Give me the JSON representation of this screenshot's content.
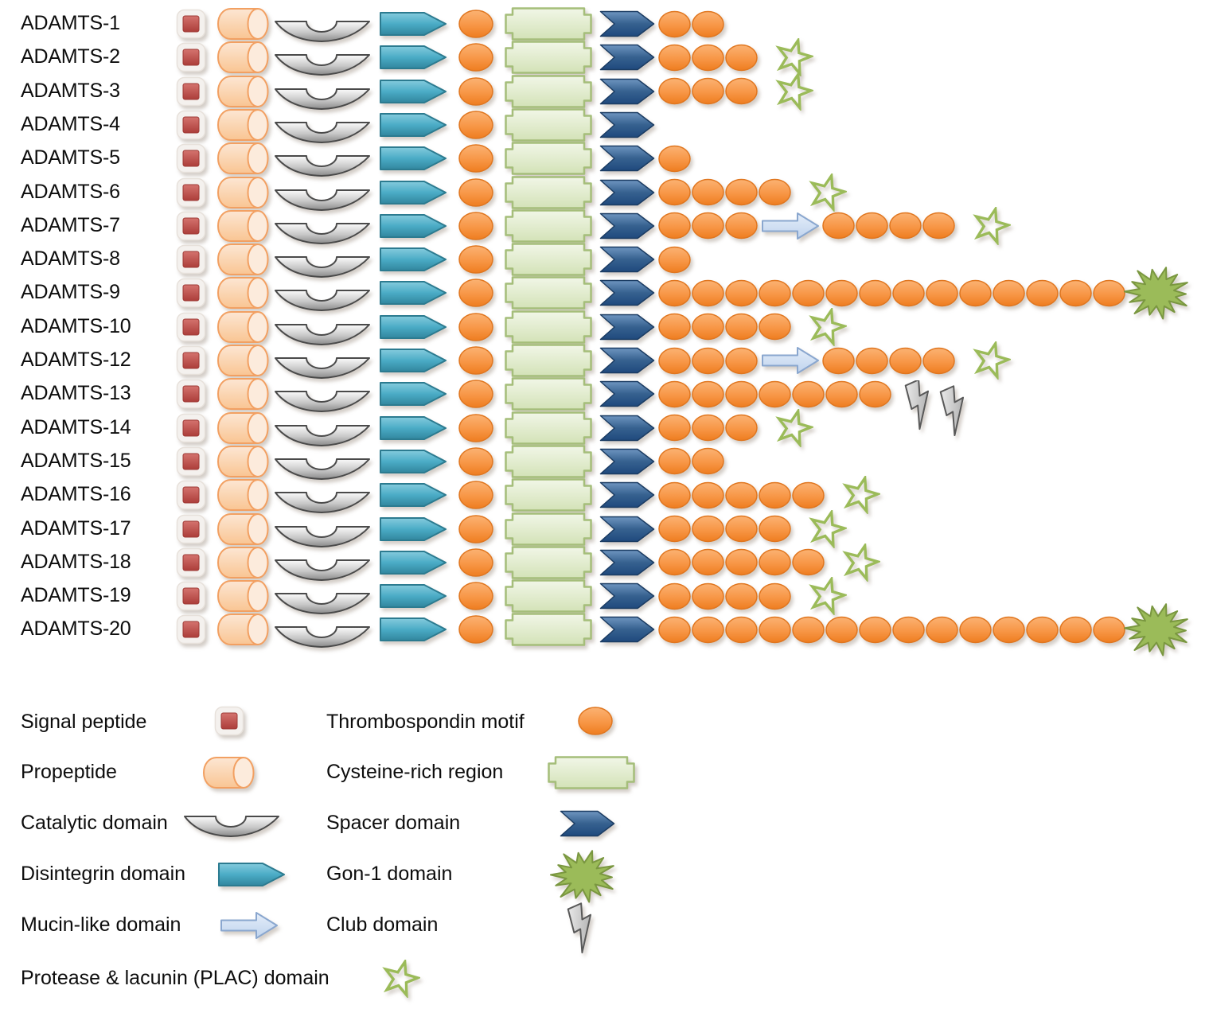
{
  "diagram": {
    "base_domains": [
      "signal-peptide",
      "propeptide",
      "catalytic-domain",
      "disintegrin-domain",
      "thrombospondin-motif",
      "cysteine-rich-region",
      "spacer-domain"
    ],
    "proteins": [
      {
        "label": "ADAMTS-1",
        "tail_domains": [
          "ts",
          "ts"
        ]
      },
      {
        "label": "ADAMTS-2",
        "tail_domains": [
          "ts",
          "ts",
          "ts",
          "plac"
        ]
      },
      {
        "label": "ADAMTS-3",
        "tail_domains": [
          "ts",
          "ts",
          "ts",
          "plac"
        ]
      },
      {
        "label": "ADAMTS-4",
        "tail_domains": []
      },
      {
        "label": "ADAMTS-5",
        "tail_domains": [
          "ts"
        ]
      },
      {
        "label": "ADAMTS-6",
        "tail_domains": [
          "ts",
          "ts",
          "ts",
          "ts",
          "plac"
        ]
      },
      {
        "label": "ADAMTS-7",
        "tail_domains": [
          "ts",
          "ts",
          "ts",
          "mucin",
          "ts",
          "ts",
          "ts",
          "ts",
          "plac"
        ]
      },
      {
        "label": "ADAMTS-8",
        "tail_domains": [
          "ts"
        ]
      },
      {
        "label": "ADAMTS-9",
        "tail_domains": [
          "ts",
          "ts",
          "ts",
          "ts",
          "ts",
          "ts",
          "ts",
          "ts",
          "ts",
          "ts",
          "ts",
          "ts",
          "ts",
          "ts",
          "gon1"
        ]
      },
      {
        "label": "ADAMTS-10",
        "tail_domains": [
          "ts",
          "ts",
          "ts",
          "ts",
          "plac"
        ]
      },
      {
        "label": "ADAMTS-12",
        "tail_domains": [
          "ts",
          "ts",
          "ts",
          "mucin",
          "ts",
          "ts",
          "ts",
          "ts",
          "plac"
        ]
      },
      {
        "label": "ADAMTS-13",
        "tail_domains": [
          "ts",
          "ts",
          "ts",
          "ts",
          "ts",
          "ts",
          "ts",
          "club"
        ]
      },
      {
        "label": "ADAMTS-14",
        "tail_domains": [
          "ts",
          "ts",
          "ts",
          "plac"
        ]
      },
      {
        "label": "ADAMTS-15",
        "tail_domains": [
          "ts",
          "ts"
        ]
      },
      {
        "label": "ADAMTS-16",
        "tail_domains": [
          "ts",
          "ts",
          "ts",
          "ts",
          "ts",
          "plac"
        ]
      },
      {
        "label": "ADAMTS-17",
        "tail_domains": [
          "ts",
          "ts",
          "ts",
          "ts",
          "plac"
        ]
      },
      {
        "label": "ADAMTS-18",
        "tail_domains": [
          "ts",
          "ts",
          "ts",
          "ts",
          "ts",
          "plac"
        ]
      },
      {
        "label": "ADAMTS-19",
        "tail_domains": [
          "ts",
          "ts",
          "ts",
          "ts",
          "plac"
        ]
      },
      {
        "label": "ADAMTS-20",
        "tail_domains": [
          "ts",
          "ts",
          "ts",
          "ts",
          "ts",
          "ts",
          "ts",
          "ts",
          "ts",
          "ts",
          "ts",
          "ts",
          "ts",
          "ts",
          "gon1"
        ]
      }
    ]
  },
  "legend": {
    "column1": [
      {
        "label": "Signal peptide",
        "icon": "signal"
      },
      {
        "label": "Propeptide",
        "icon": "propeptide"
      },
      {
        "label": "Catalytic domain",
        "icon": "catalytic"
      },
      {
        "label": "Disintegrin domain",
        "icon": "disintegrin"
      },
      {
        "label": "Mucin-like domain",
        "icon": "mucin"
      },
      {
        "label": "Protease & lacunin (PLAC) domain",
        "icon": "plac"
      }
    ],
    "column2": [
      {
        "label": "Thrombospondin motif",
        "icon": "ts0"
      },
      {
        "label": "Cysteine-rich region",
        "icon": "cysteine"
      },
      {
        "label": "Spacer domain",
        "icon": "spacer"
      },
      {
        "label": "Gon-1 domain",
        "icon": "gon1"
      },
      {
        "label": "Club domain",
        "icon": "club1"
      }
    ]
  },
  "colors": {
    "signal_red": "#C0504D",
    "propeptide_peach": "#FBD5B5",
    "catalytic_gray": "#A6A6A6",
    "disintegrin_teal": "#4BACC6",
    "thrombospondin_orange": "#F79646",
    "cysteine_green": "#D6E4BC",
    "spacer_blue": "#1F497D",
    "mucin_light_blue": "#C6D9F1",
    "plac_green": "#9BBB59",
    "gon1_green": "#9BBB59",
    "club_gray": "#BFBFBF"
  }
}
